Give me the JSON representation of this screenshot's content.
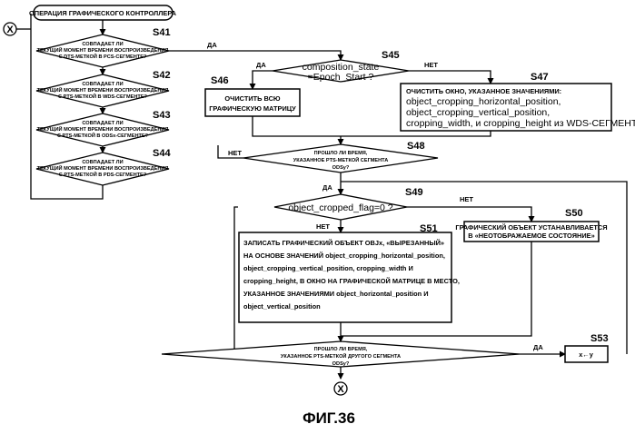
{
  "title": "ОПЕРАЦИЯ ГРАФИЧЕСКОГО КОНТРОЛЛЕРА",
  "connector": "X",
  "yes": "ДА",
  "no": "НЕТ",
  "figure_caption": "ФИГ.36",
  "steps": {
    "s41": {
      "id": "S41",
      "lines": [
        "СОВПАДАЕТ ЛИ",
        "ТЕКУЩИЙ МОМЕНТ ВРЕМЕНИ ВОСПРОИЗВЕДЕНИЯ",
        "С DTS-МЕТКОЙ В PCS-СЕГМЕНТЕ?"
      ]
    },
    "s42": {
      "id": "S42",
      "lines": [
        "СОВПАДАЕТ ЛИ",
        "ТЕКУЩИЙ МОМЕНТ ВРЕМЕНИ ВОСПРОИЗВЕДЕНИЯ",
        "С PTS-МЕТКОЙ В WDS-СЕГМЕНТЕ?"
      ]
    },
    "s43": {
      "id": "S43",
      "lines": [
        "СОВПАДАЕТ ЛИ",
        "ТЕКУЩИЙ МОМЕНТ ВРЕМЕНИ ВОСПРОИЗВЕДЕНИЯ",
        "С PTS-МЕТКОЙ В ODSx-СЕГМЕНТЕ?"
      ]
    },
    "s44": {
      "id": "S44",
      "lines": [
        "СОВПАДАЕТ ЛИ",
        "ТЕКУЩИЙ МОМЕНТ ВРЕМЕНИ ВОСПРОИЗВЕДЕНИЯ",
        "С PTS-МЕТКОЙ В PDS-СЕГМЕНТЕ?"
      ]
    },
    "s45": {
      "id": "S45",
      "lines": [
        "composition_state",
        "=Epoch_Start ?"
      ]
    },
    "s46": {
      "id": "S46",
      "lines": [
        "ОЧИСТИТЬ ВСЮ",
        "ГРАФИЧЕСКУЮ МАТРИЦУ"
      ]
    },
    "s47": {
      "id": "S47",
      "lines": [
        "ОЧИСТИТЬ ОКНО, УКАЗАННОЕ ЗНАЧЕНИЯМИ:",
        "object_cropping_horizontal_position,",
        "object_cropping_vertical_position,",
        "cropping_width, и cropping_height из WDS-СЕГМЕНТА"
      ]
    },
    "s48": {
      "id": "S48",
      "lines": [
        "ПРОШЛО ЛИ ВРЕМЯ,",
        "УКАЗАННОЕ PTS-МЕТКОЙ СЕГМЕНТА",
        "ODSy?"
      ]
    },
    "s49": {
      "id": "S49",
      "lines": [
        "object_cropped_flag=0 ?"
      ]
    },
    "s50": {
      "id": "S50",
      "lines": [
        "ГРАФИЧЕСКИЙ ОБЪЕКТ УСТАНАВЛИВАЕТСЯ",
        "В «НЕОТОБРАЖАЕМОЕ СОСТОЯНИЕ»"
      ]
    },
    "s51": {
      "id": "S51",
      "lines": [
        "ЗАПИСАТЬ ГРАФИЧЕСКИЙ ОБЪЕКТ OBJx, «ВЫРЕЗАННЫЙ»",
        "НА ОСНОВЕ ЗНАЧЕНИЙ object_cropping_horizontal_position,",
        "object_cropping_vertical_position, cropping_width И",
        "cropping_height, В ОКНО НА ГРАФИЧЕСКОЙ МАТРИЦЕ В МЕСТО,",
        "УКАЗАННОЕ ЗНАЧЕНИЯМИ object_horizontal_position И",
        "object_vertical_position"
      ]
    },
    "s52": {
      "lines": [
        "ПРОШЛО ЛИ ВРЕМЯ,",
        "УКАЗАННОЕ PTS-МЕТКОЙ ДРУГОГО СЕГМЕНТА",
        "ODSy?"
      ]
    },
    "s53": {
      "id": "S53",
      "lines": [
        "x←y"
      ]
    }
  }
}
